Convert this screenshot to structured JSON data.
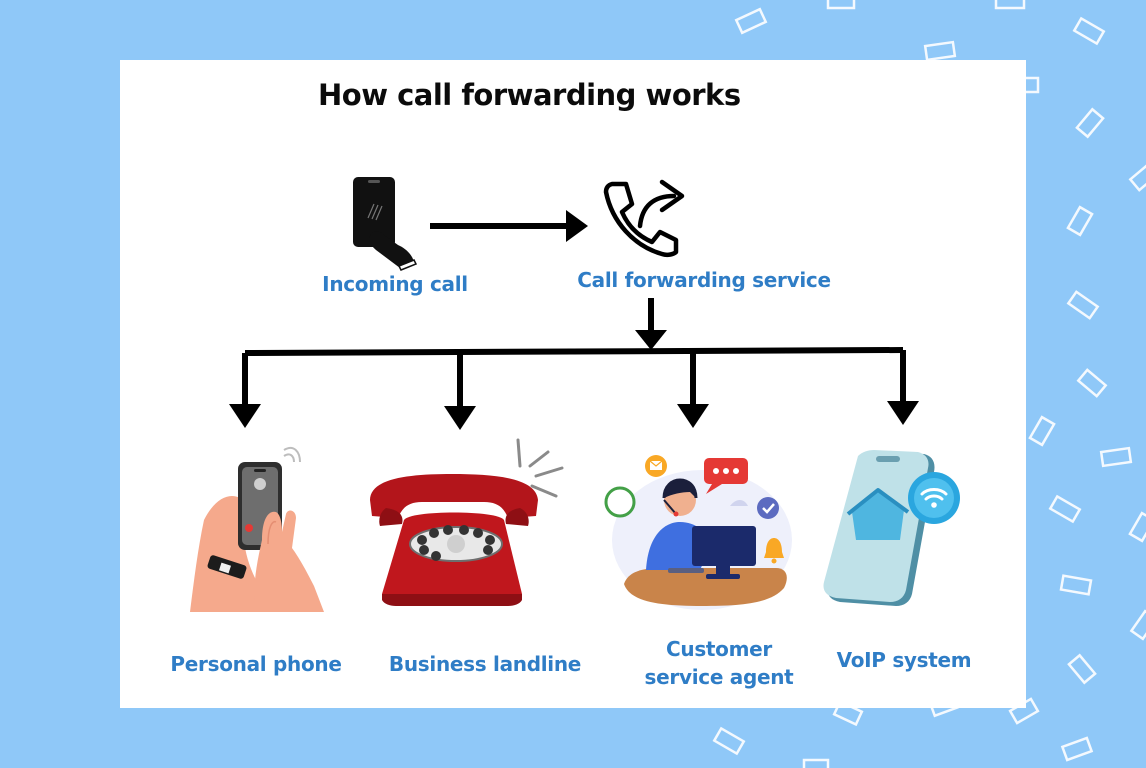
{
  "title": "How call forwarding works",
  "source": {
    "label": "Incoming call",
    "icon": "smartphone-tap-icon"
  },
  "hub": {
    "label": "Call forwarding service",
    "icon": "phone-forward-icon"
  },
  "destinations": [
    {
      "label": "Personal phone",
      "icon": "hand-holding-phone-icon"
    },
    {
      "label": "Business landline",
      "icon": "rotary-telephone-icon"
    },
    {
      "label_line1": "Customer",
      "label_line2": "service agent",
      "icon": "support-agent-icon"
    },
    {
      "label": "VoIP system",
      "icon": "voip-phone-icon"
    }
  ],
  "colors": {
    "background": "#8fc8f8",
    "card": "#ffffff",
    "label": "#2f7dc6",
    "title": "#0b0b0b",
    "arrow": "#000000"
  }
}
